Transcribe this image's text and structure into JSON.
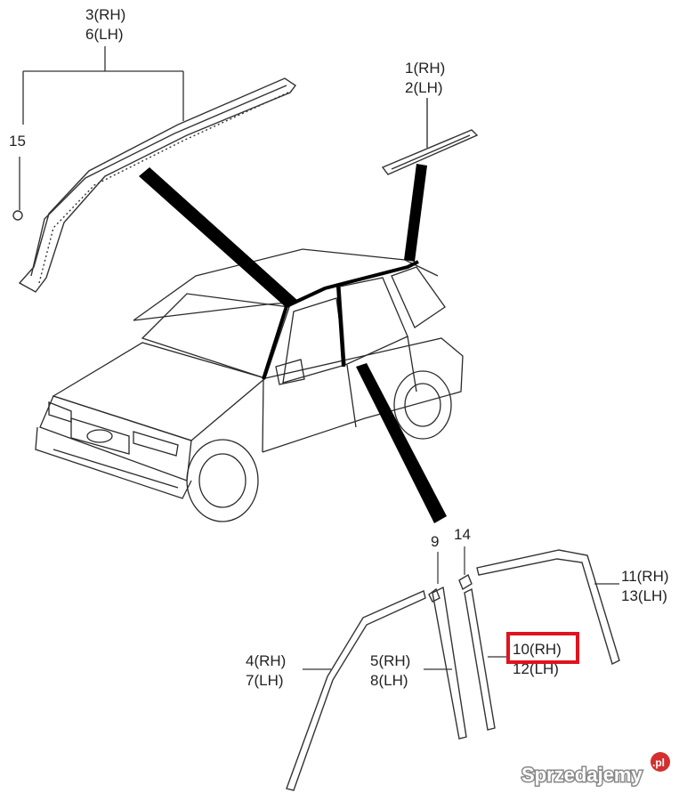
{
  "callouts": {
    "c3": "3(RH)",
    "c6": "6(LH)",
    "c15": "15",
    "c1": "1(RH)",
    "c2": "2(LH)",
    "c9": "9",
    "c14": "14",
    "c11": "11(RH)",
    "c13": "13(LH)",
    "c4": "4(RH)",
    "c7": "7(LH)",
    "c5": "5(RH)",
    "c8": "8(LH)",
    "c10": "10(RH)",
    "c12": "12(LH)"
  },
  "highlight": {
    "color": "#e0141e"
  },
  "watermark": {
    "text": "Sprzedajemy",
    "badge": ".pl"
  },
  "colors": {
    "ink": "#222222",
    "strip": "#000000",
    "badge": "#d32f2f"
  }
}
